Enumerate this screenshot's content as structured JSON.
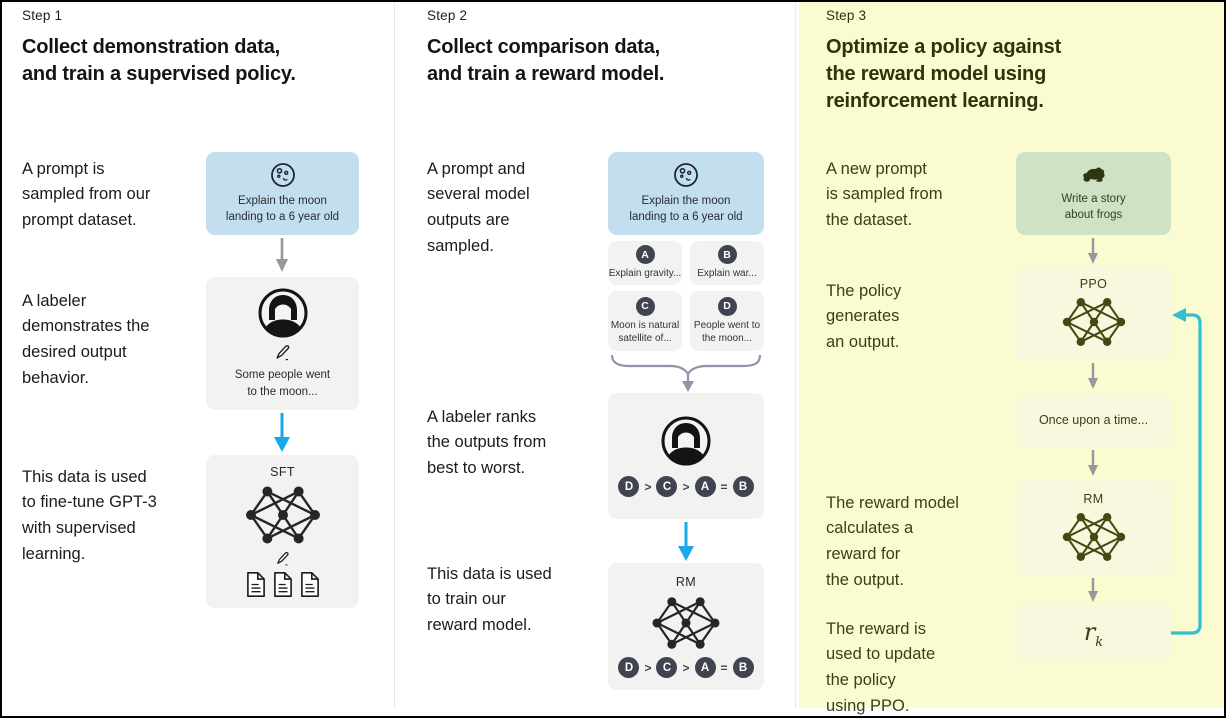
{
  "colors": {
    "page_bg": "#ffffff",
    "outer_border": "#000000",
    "divider": "#e8e8e5",
    "step3_panel_bg": "#fbfbd1",
    "prompt_blue": "#c3dfef",
    "card_gray": "#f2f2f0",
    "step3_box": "#f7f8de",
    "prompt_green": "#cfe2c5",
    "badge": "#3f4450",
    "arrow_gray": "#98989c",
    "arrow_blue": "#19a8ea",
    "arrow_teal": "#35bdd1",
    "brace": "#9193a8",
    "ink": "#1b1b1b",
    "ink_step3": "#3d3d18"
  },
  "step1": {
    "step_label": "Step 1",
    "title": "Collect demonstration data,\nand train a supervised policy.",
    "caption_prompt": "A prompt is\nsampled from our\nprompt dataset.",
    "caption_labeler": "A labeler\ndemonstrates the\ndesired output\nbehavior.",
    "caption_finetune": "This data is used\nto fine-tune GPT-3\nwith supervised\nlearning.",
    "prompt_box_text": "Explain the moon\nlanding to a 6 year old",
    "labeler_box_text": "Some people went\nto the moon...",
    "sft_label": "SFT"
  },
  "step2": {
    "step_label": "Step 2",
    "title": "Collect comparison data,\nand train a reward model.",
    "caption_sampled": "A prompt and\nseveral model\noutputs are\nsampled.",
    "caption_ranks": "A labeler ranks\nthe outputs from\nbest to worst.",
    "caption_train": "This data is used\nto train our\nreward model.",
    "prompt_box_text": "Explain the moon\nlanding to a 6 year old",
    "outputs": [
      {
        "letter": "A",
        "text": "Explain gravity..."
      },
      {
        "letter": "B",
        "text": "Explain war..."
      },
      {
        "letter": "C",
        "text": "Moon is natural\nsatellite of..."
      },
      {
        "letter": "D",
        "text": "People went to\nthe moon..."
      }
    ],
    "ranking": [
      "D",
      ">",
      "C",
      ">",
      "A",
      "=",
      "B"
    ],
    "rm_label": "RM"
  },
  "step3": {
    "step_label": "Step 3",
    "title": "Optimize a policy against\nthe reward model using\nreinforcement learning.",
    "caption_prompt": "A new prompt\nis sampled from\nthe dataset.",
    "caption_policy": "The policy\ngenerates\nan output.",
    "caption_reward": "The reward model\ncalculates a\nreward for\nthe output.",
    "caption_update": "The reward is\nused to update\nthe policy\nusing PPO.",
    "prompt_box_text": "Write a story\nabout frogs",
    "ppo_label": "PPO",
    "output_box_text": "Once upon a time...",
    "rm_label": "RM",
    "reward_symbol": "r",
    "reward_subscript": "k"
  }
}
